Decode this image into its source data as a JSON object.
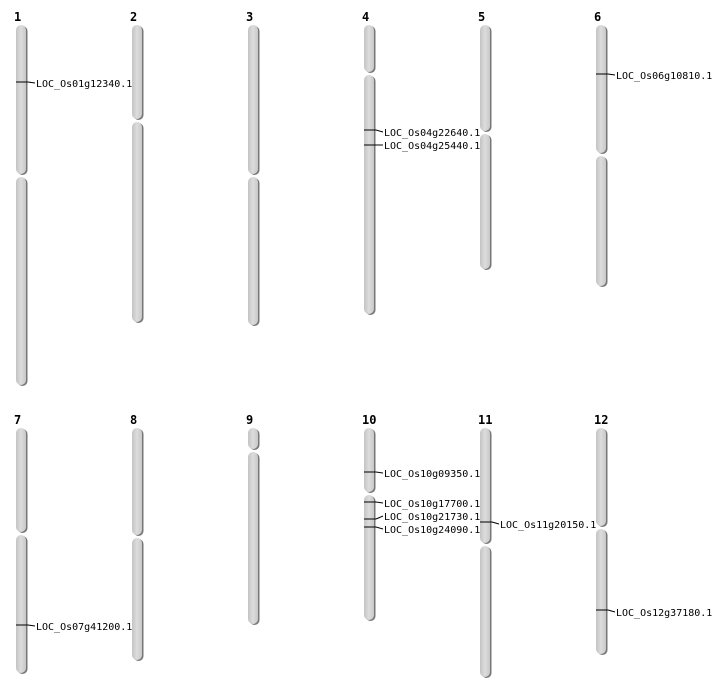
{
  "chromosomes": [
    {
      "label": "1",
      "genes": [
        "LOC_Os01g12340.1"
      ]
    },
    {
      "label": "2",
      "genes": []
    },
    {
      "label": "3",
      "genes": []
    },
    {
      "label": "4",
      "genes": [
        "LOC_Os04g22640.1",
        "LOC_Os04g25440.1"
      ]
    },
    {
      "label": "5",
      "genes": []
    },
    {
      "label": "6",
      "genes": [
        "LOC_Os06g10810.1"
      ]
    },
    {
      "label": "7",
      "genes": [
        "LOC_Os07g41200.1"
      ]
    },
    {
      "label": "8",
      "genes": []
    },
    {
      "label": "9",
      "genes": []
    },
    {
      "label": "10",
      "genes": [
        "LOC_Os10g09350.1",
        "LOC_Os10g17700.1",
        "LOC_Os10g21730.1",
        "LOC_Os10g24090.1"
      ]
    },
    {
      "label": "11",
      "genes": [
        "LOC_Os11g20150.1"
      ]
    },
    {
      "label": "12",
      "genes": [
        "LOC_Os12g37180.1"
      ]
    }
  ],
  "colors": {
    "chromosome": "#d3d3d3",
    "shadow": "#777777",
    "line": "#000000"
  }
}
